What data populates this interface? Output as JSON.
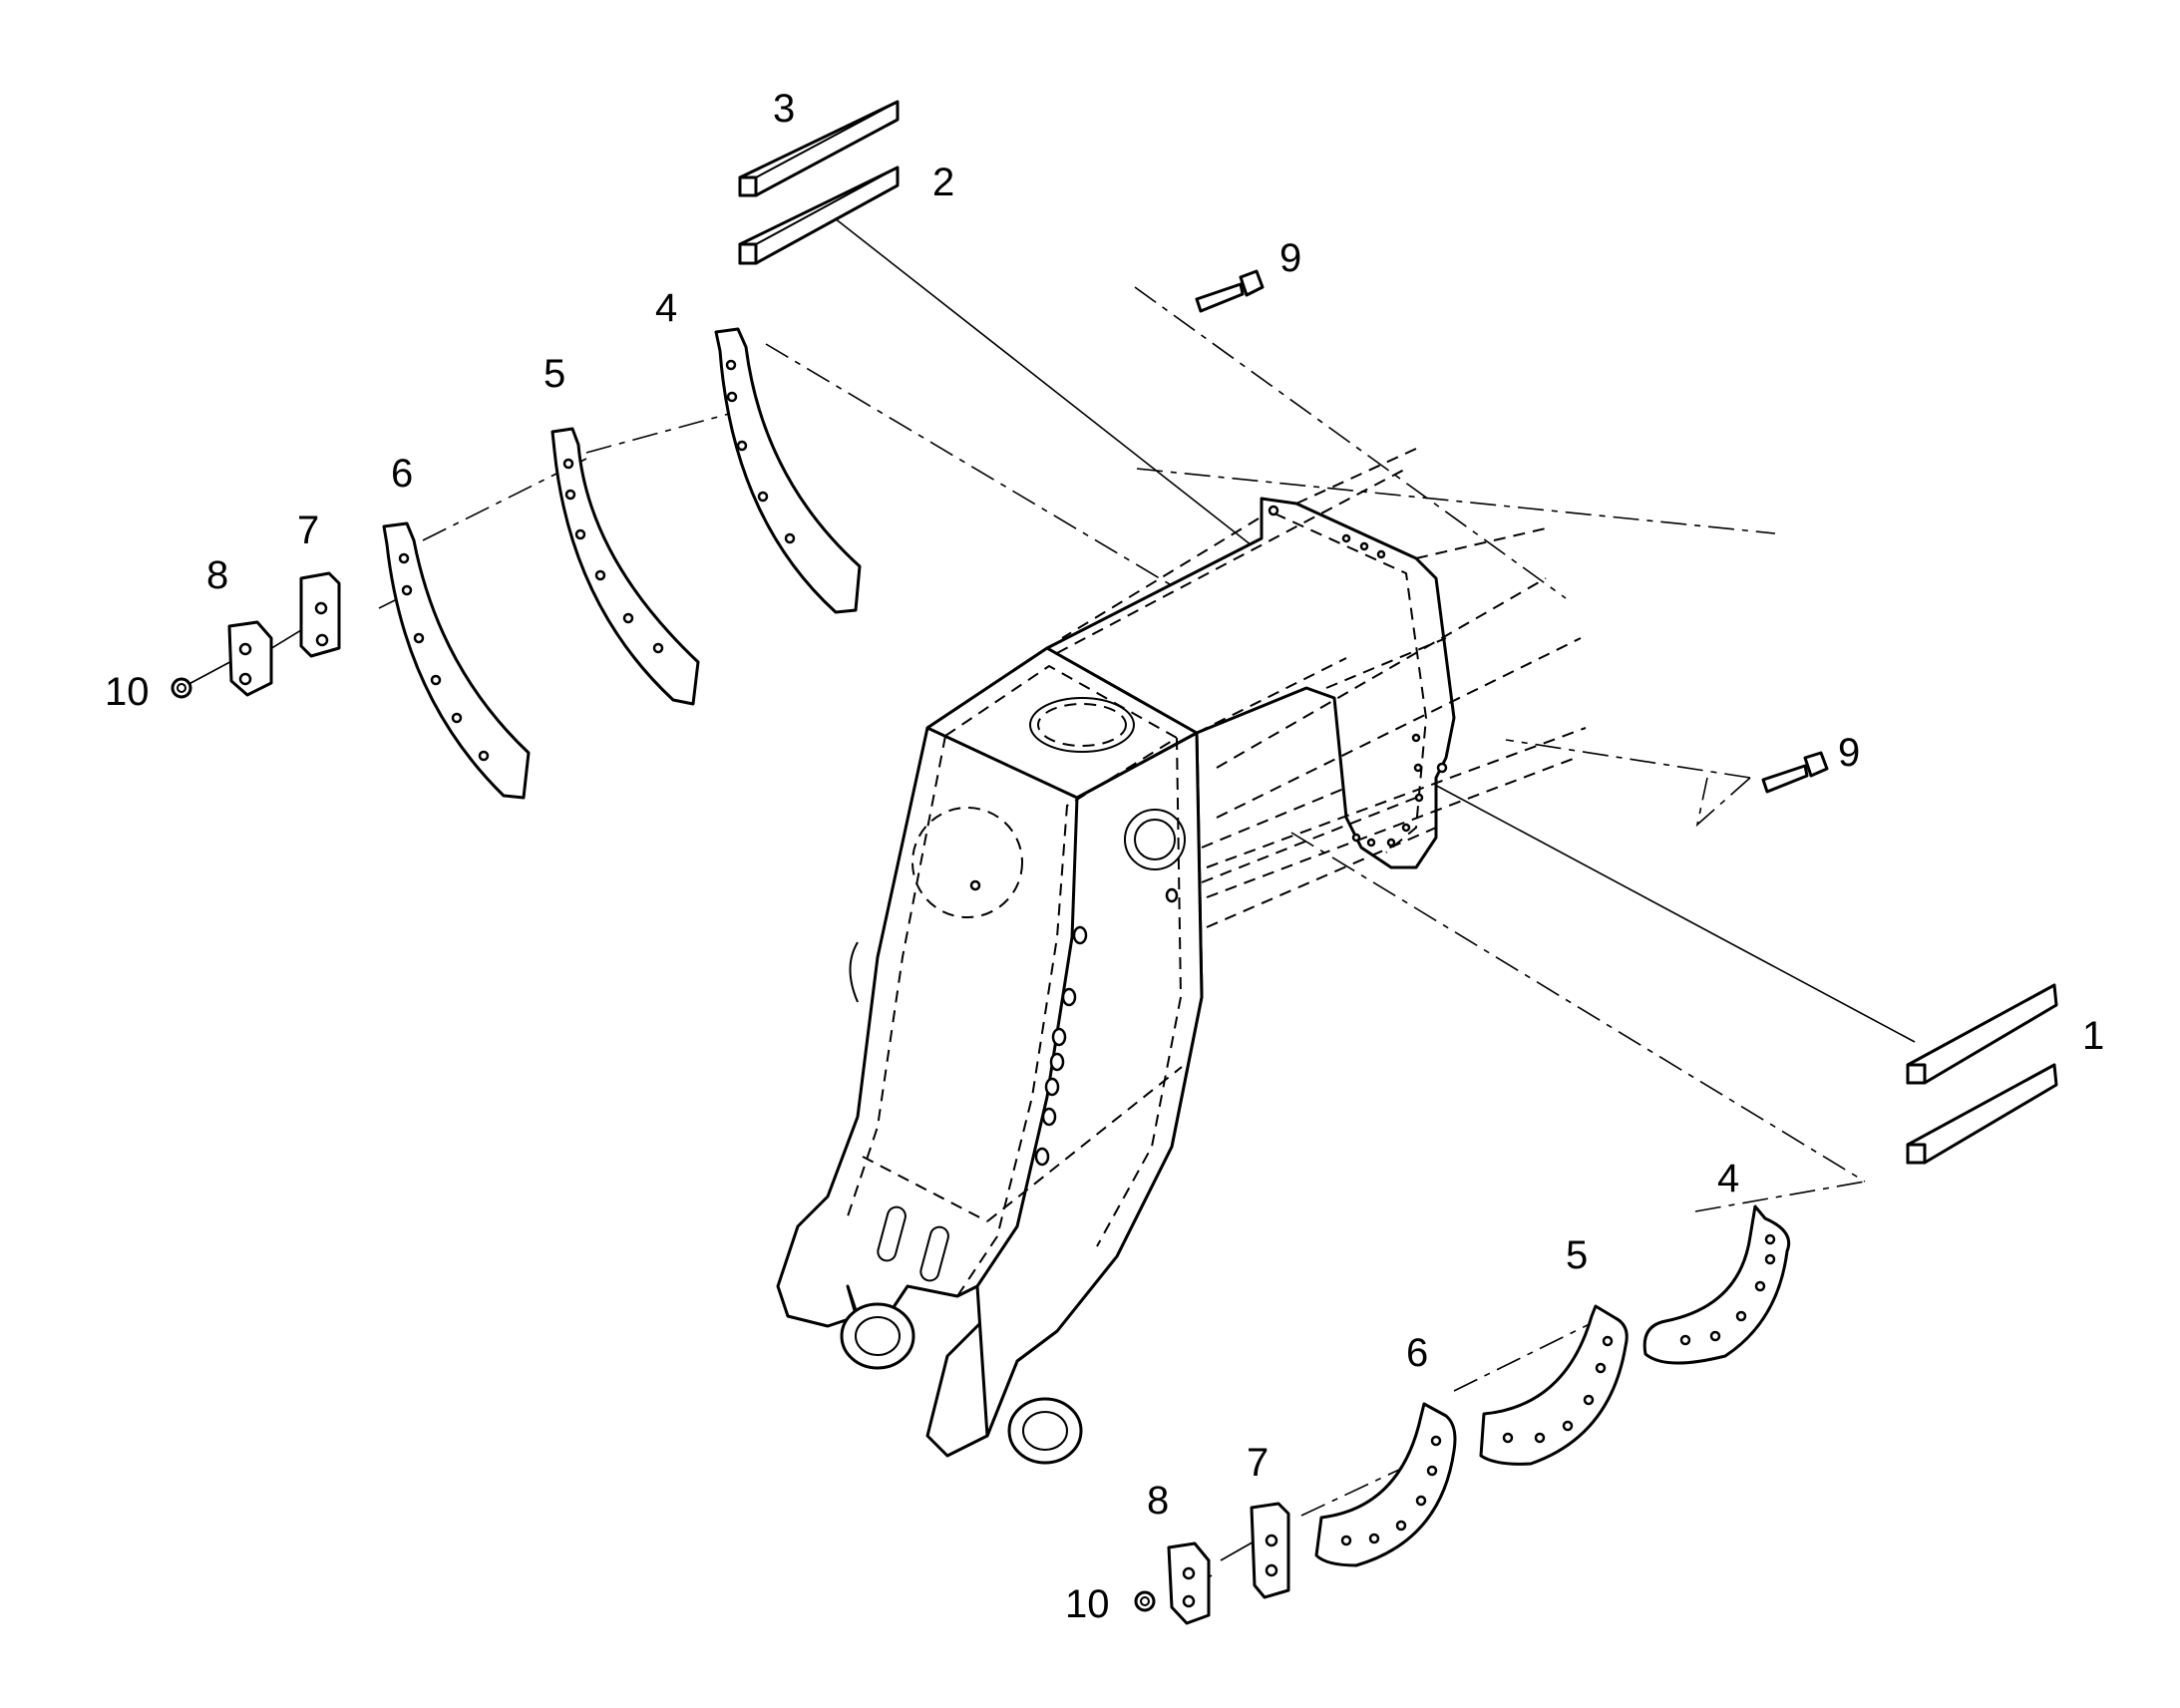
{
  "diagram": {
    "callouts": {
      "part_3_label": "3",
      "part_2_label": "2",
      "part_9_upper_label": "9",
      "part_4_upper_label": "4",
      "part_5_upper_label": "5",
      "part_6_upper_label": "6",
      "part_7_upper_label": "7",
      "part_8_upper_label": "8",
      "part_10_upper_label": "10",
      "part_9_lower_label": "9",
      "part_1_label": "1",
      "part_4_lower_label": "4",
      "part_5_lower_label": "5",
      "part_6_lower_label": "6",
      "part_7_lower_label": "7",
      "part_8_lower_label": "8",
      "part_10_lower_label": "10"
    },
    "line_color": "#000000",
    "background": "#ffffff"
  }
}
